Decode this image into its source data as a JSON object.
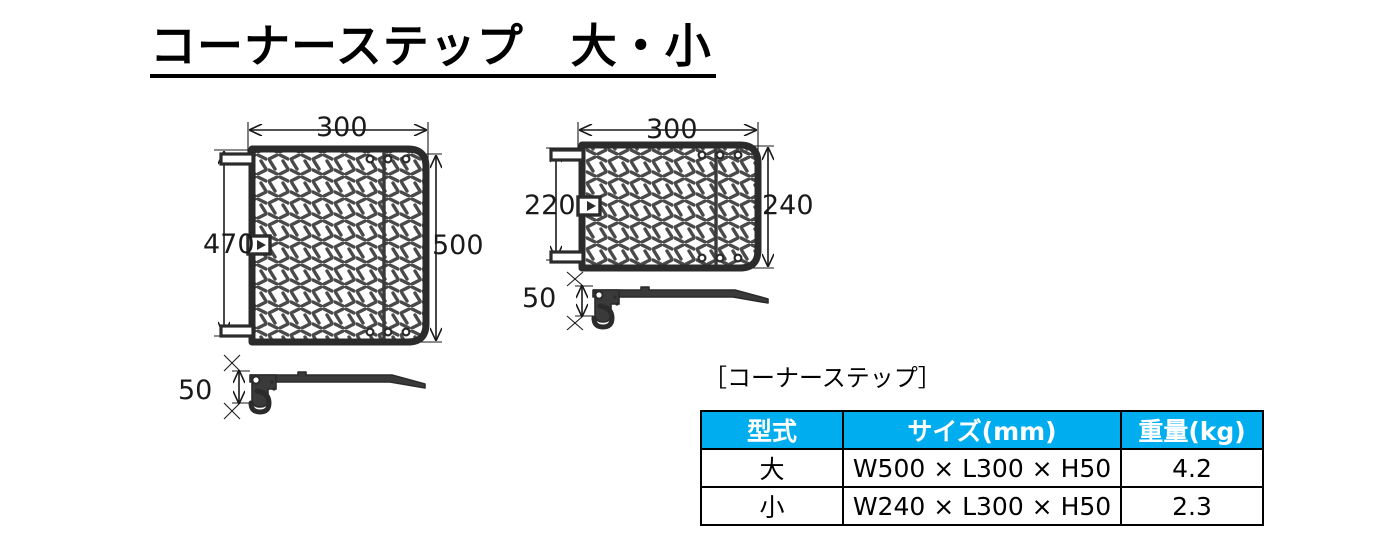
{
  "title": {
    "text": "コーナーステップ　大・小"
  },
  "drawings": {
    "large": {
      "name": "大",
      "dim_width_top": "300",
      "dim_height_left": "470",
      "dim_height_right": "500",
      "side_view_height": "50"
    },
    "small": {
      "name": "小",
      "dim_width_top": "300",
      "dim_height_left": "220",
      "dim_height_right": "240",
      "side_view_height": "50"
    }
  },
  "table": {
    "label": "［コーナーステップ］",
    "header_bg": "#00AEEF",
    "header_text_color": "#FFFFFF",
    "columns": [
      "型式",
      "サイズ(mm)",
      "重量(kg)"
    ],
    "rows": [
      [
        "大",
        "W500 × L300 × H50",
        "4.2"
      ],
      [
        "小",
        "W240 × L300 × H50",
        "2.3"
      ]
    ]
  },
  "colors": {
    "line": "#1a1a1a",
    "plate_fill": "#ffffff",
    "accent": "#00AEEF",
    "background": "#ffffff"
  }
}
